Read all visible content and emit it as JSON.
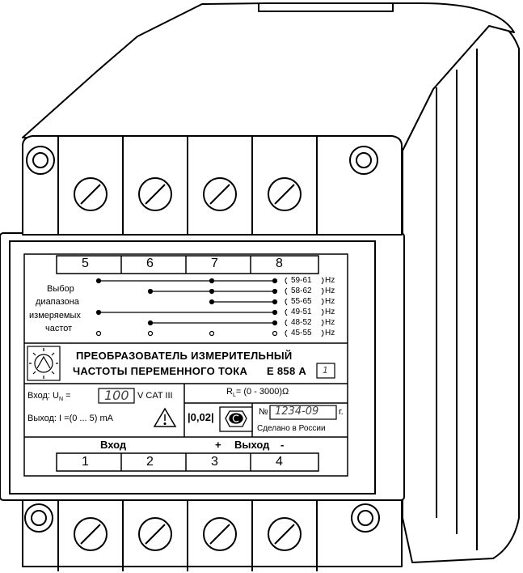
{
  "device": {
    "title_line1": "ПРЕОБРАЗОВАТЕЛЬ ИЗМЕРИТЕЛЬНЫЙ",
    "title_line2": "ЧАСТОТЫ ПЕРЕМЕННОГО ТОКА",
    "model": "Е 858 А",
    "model_variant": "1"
  },
  "top_terminals": [
    "5",
    "6",
    "7",
    "8"
  ],
  "bottom_terminals": [
    "1",
    "2",
    "3",
    "4"
  ],
  "range_selector": {
    "label_lines": [
      "Выбор",
      "диапазона",
      "измеряемых",
      "частот"
    ],
    "ranges": [
      "59-61",
      "58-62",
      "55-65",
      "49-51",
      "48-52",
      "45-55"
    ],
    "unit": "Hz"
  },
  "input": {
    "label_prefix": "Вход: U",
    "label_sub": "N",
    "label_suffix": "=",
    "value": "100",
    "unit": "V CAT III"
  },
  "output": {
    "label": "Выход: I =(0 ... 5) mA",
    "load_prefix": "R",
    "load_sub": "L",
    "load_value": "= (0 - 3000)",
    "load_unit": "Ω"
  },
  "accuracy_class": "|0,02|",
  "serial": {
    "prefix": "№",
    "value": "1234-09",
    "suffix": "г."
  },
  "made_in": "Сделано в России",
  "bottom_labels": {
    "input": "Вход",
    "output_plus": "+",
    "output": "Выход",
    "output_minus": "-"
  },
  "colors": {
    "ink": "#000000",
    "paper": "#ffffff"
  },
  "icons": [
    "screw-terminal-icon",
    "warning-triangle-icon",
    "certification-mark-icon",
    "manufacturer-logo-icon"
  ]
}
